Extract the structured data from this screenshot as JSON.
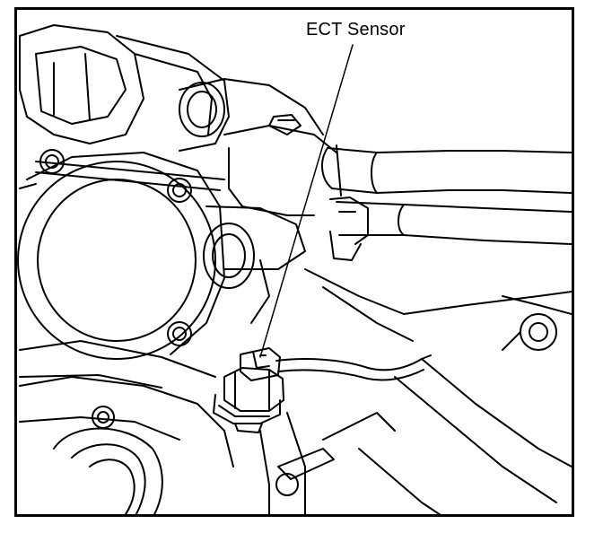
{
  "figure": {
    "callouts": [
      {
        "label": "ECT Sensor",
        "points_to": "ect-sensor"
      }
    ],
    "components": [
      "throttle-body",
      "thermostat-housing",
      "radiator-hose",
      "heater-hose",
      "hose-clamp",
      "ect-sensor",
      "sensor-connector",
      "wire-harness",
      "intake-manifold",
      "mounting-bolts"
    ],
    "colors": {
      "line": "#000000",
      "background": "#ffffff",
      "border": "#000000"
    }
  }
}
